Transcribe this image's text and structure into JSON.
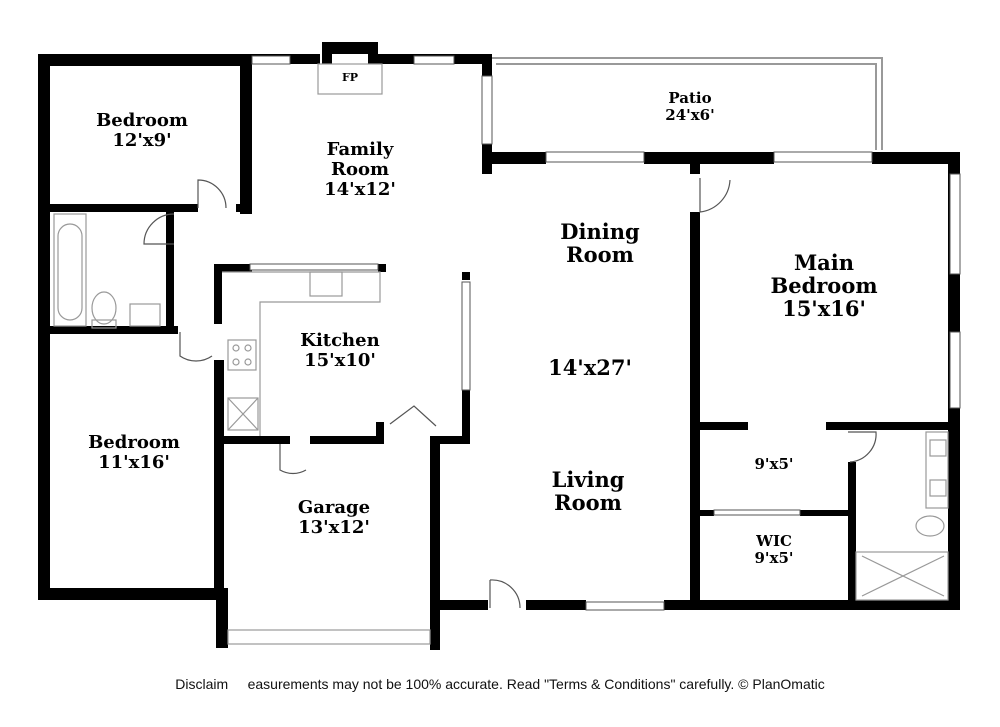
{
  "rooms": {
    "bedroom_top": {
      "name": "Bedroom",
      "size": "12'x9'"
    },
    "family": {
      "name1": "Family",
      "name2": "Room",
      "size": "14'x12'"
    },
    "fireplace": {
      "name": "FP"
    },
    "patio": {
      "name": "Patio",
      "size": "24'x6'"
    },
    "dining": {
      "name1": "Dining",
      "name2": "Room"
    },
    "living": {
      "size": "14'x27'",
      "name1": "Living",
      "name2": "Room"
    },
    "main_bedroom": {
      "name1": "Main",
      "name2": "Bedroom",
      "size": "15'x16'"
    },
    "kitchen": {
      "name": "Kitchen",
      "size": "15'x10'"
    },
    "bedroom_bottom": {
      "name": "Bedroom",
      "size": "11'x16'"
    },
    "garage": {
      "name": "Garage",
      "size": "13'x12'"
    },
    "closet": {
      "size": "9'x5'"
    },
    "wic": {
      "name": "WIC",
      "size": "9'x5'"
    }
  },
  "footer": {
    "disclaimer": "Disclaim     easurements may not be 100% accurate. Read \"Terms & Conditions\" carefully. © PlanOmatic"
  },
  "colors": {
    "wall": "#000000",
    "fixture": "#999999",
    "background": "#ffffff"
  }
}
